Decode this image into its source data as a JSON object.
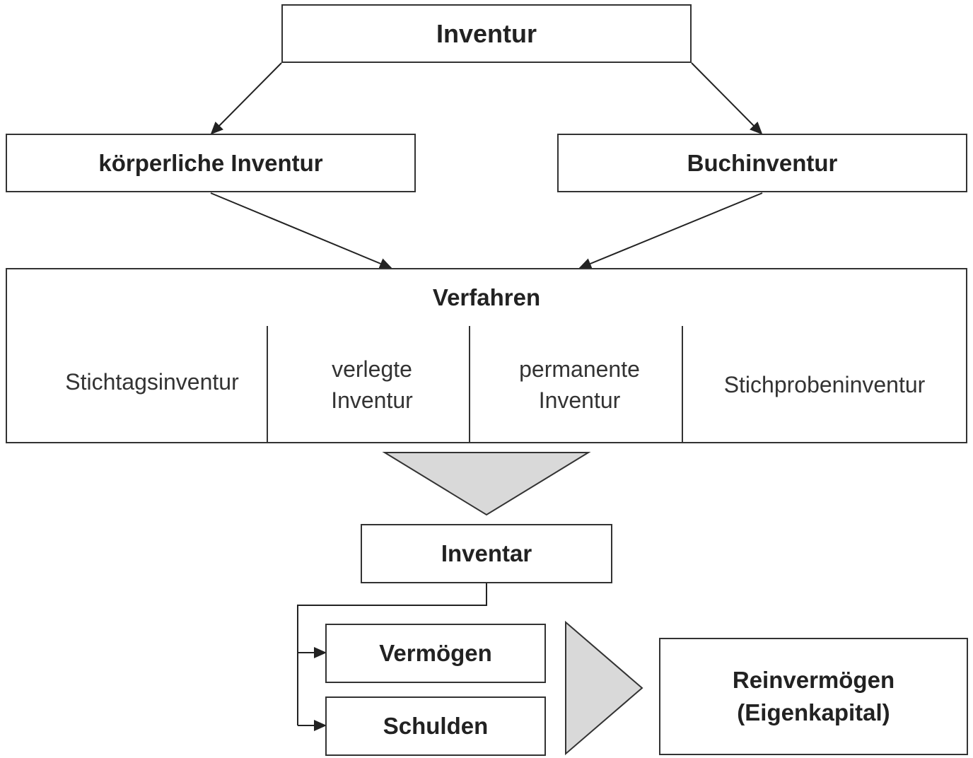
{
  "diagram": {
    "root": "Inventur",
    "types": [
      "körperliche Inventur",
      "Buchinventur"
    ],
    "methods": {
      "title": "Verfahren",
      "items": [
        "Stichtagsinventur",
        "verlegte\nInventur",
        "permanente\nInventur",
        "Stichprobeninventur"
      ]
    },
    "result": "Inventar",
    "components": [
      "Vermögen",
      "Schulden"
    ],
    "outcome": "Reinvermögen\n(Eigenkapital)"
  },
  "colors": {
    "stroke": "#333333",
    "triangle_fill": "#d9d9d9"
  }
}
